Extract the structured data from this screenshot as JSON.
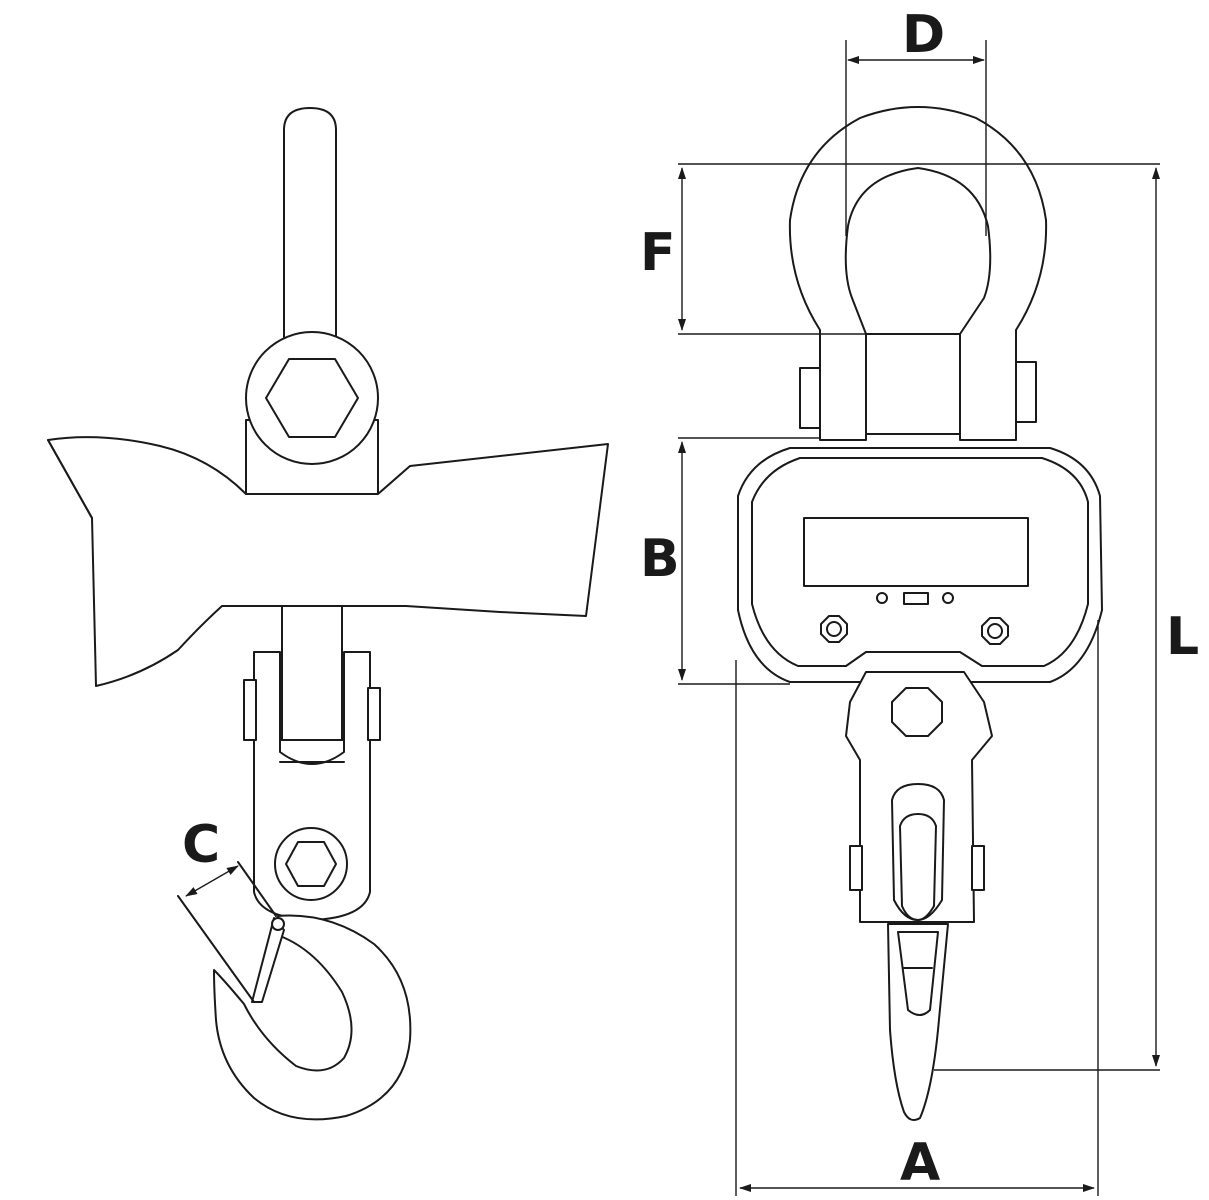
{
  "dimensions": {
    "A": "A",
    "B": "B",
    "C": "C",
    "D": "D",
    "F": "F",
    "L": "L"
  }
}
